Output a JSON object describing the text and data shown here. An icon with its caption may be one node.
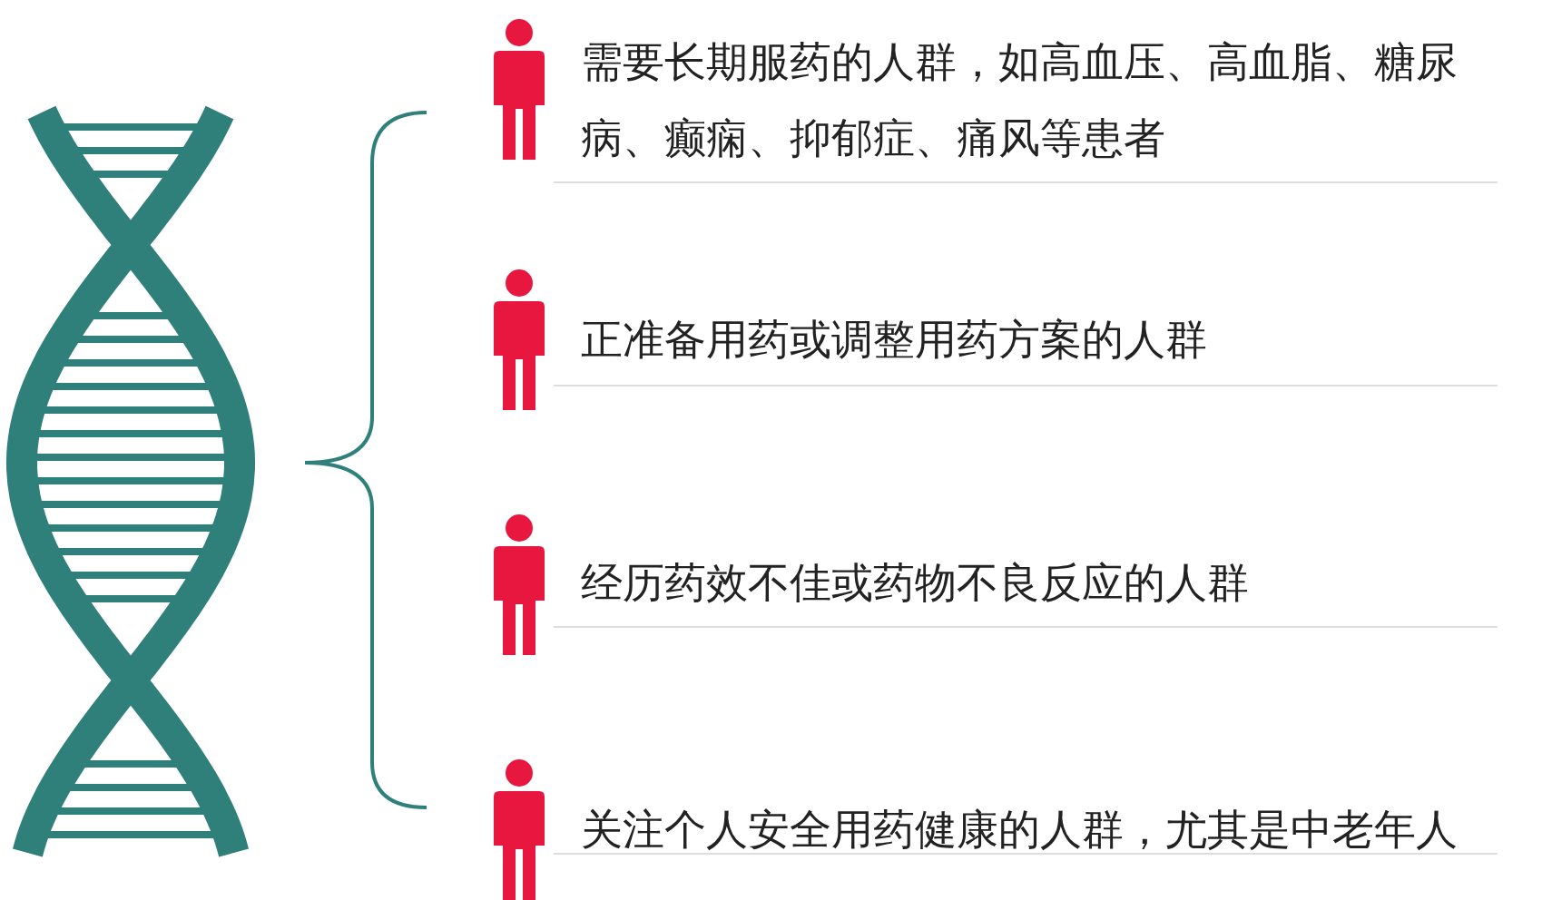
{
  "diagram": {
    "labels": [
      "需要长期服药的人群，如高血压、高血脂、糖尿病、癫痫、抑郁症、痛风等患者",
      "正准备用药或调整用药方案的人群",
      "经历药效不佳或药物不良反应的人群",
      "关注个人安全用药健康的人群，尤其是中老年人"
    ]
  }
}
